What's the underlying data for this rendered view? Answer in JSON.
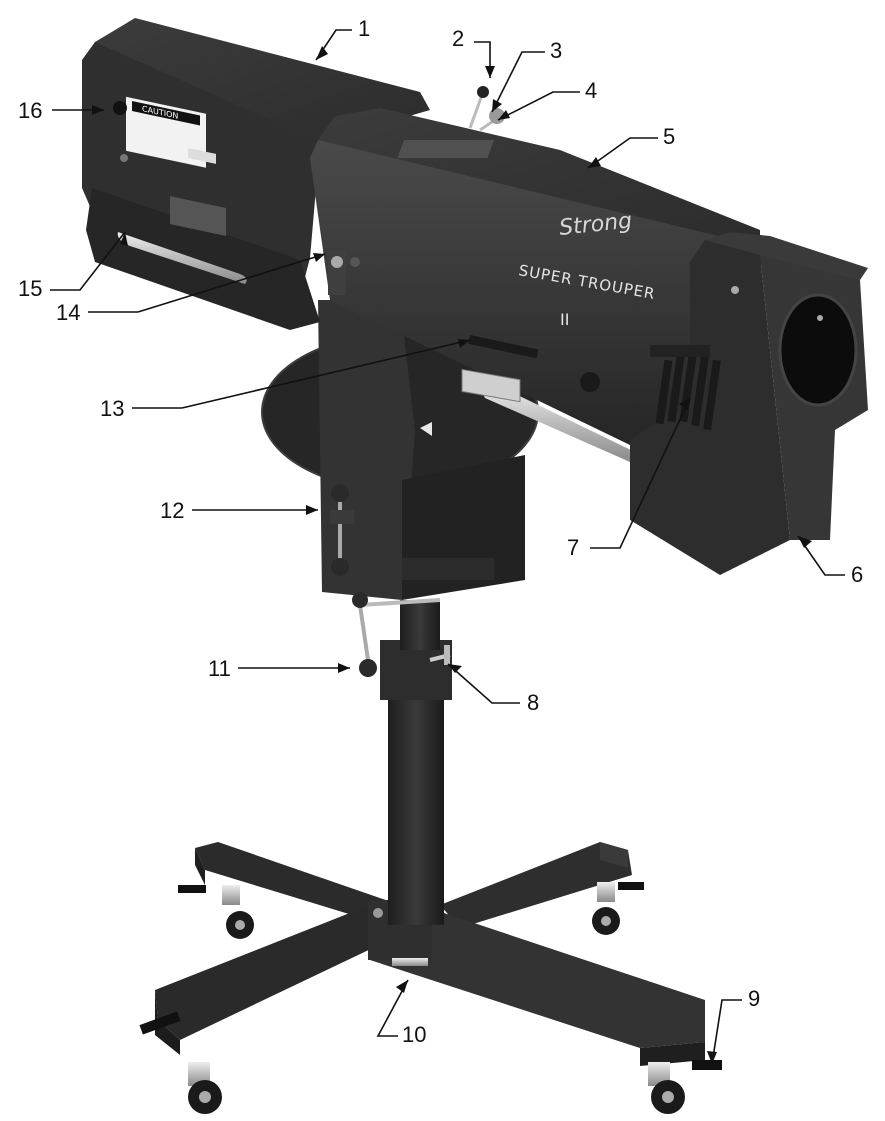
{
  "figure": {
    "caution_label": "CAUTION",
    "logo_script": "Strong",
    "model_name": "SUPER TROUPER",
    "model_numeral": "II"
  },
  "callouts": [
    {
      "id": "1",
      "label": "1"
    },
    {
      "id": "2",
      "label": "2"
    },
    {
      "id": "3",
      "label": "3"
    },
    {
      "id": "4",
      "label": "4"
    },
    {
      "id": "5",
      "label": "5"
    },
    {
      "id": "6",
      "label": "6"
    },
    {
      "id": "7",
      "label": "7"
    },
    {
      "id": "8",
      "label": "8"
    },
    {
      "id": "9",
      "label": "9"
    },
    {
      "id": "10",
      "label": "10"
    },
    {
      "id": "11",
      "label": "11"
    },
    {
      "id": "12",
      "label": "12"
    },
    {
      "id": "13",
      "label": "13"
    },
    {
      "id": "14",
      "label": "14"
    },
    {
      "id": "15",
      "label": "15"
    },
    {
      "id": "16",
      "label": "16"
    }
  ],
  "colors": {
    "body_dark": "#2a2a2a",
    "body_mid": "#3a3a3a",
    "body_light": "#4d4d4d",
    "metal": "#9a9a9a",
    "chrome": "#cfcfcf",
    "line": "#111111"
  }
}
